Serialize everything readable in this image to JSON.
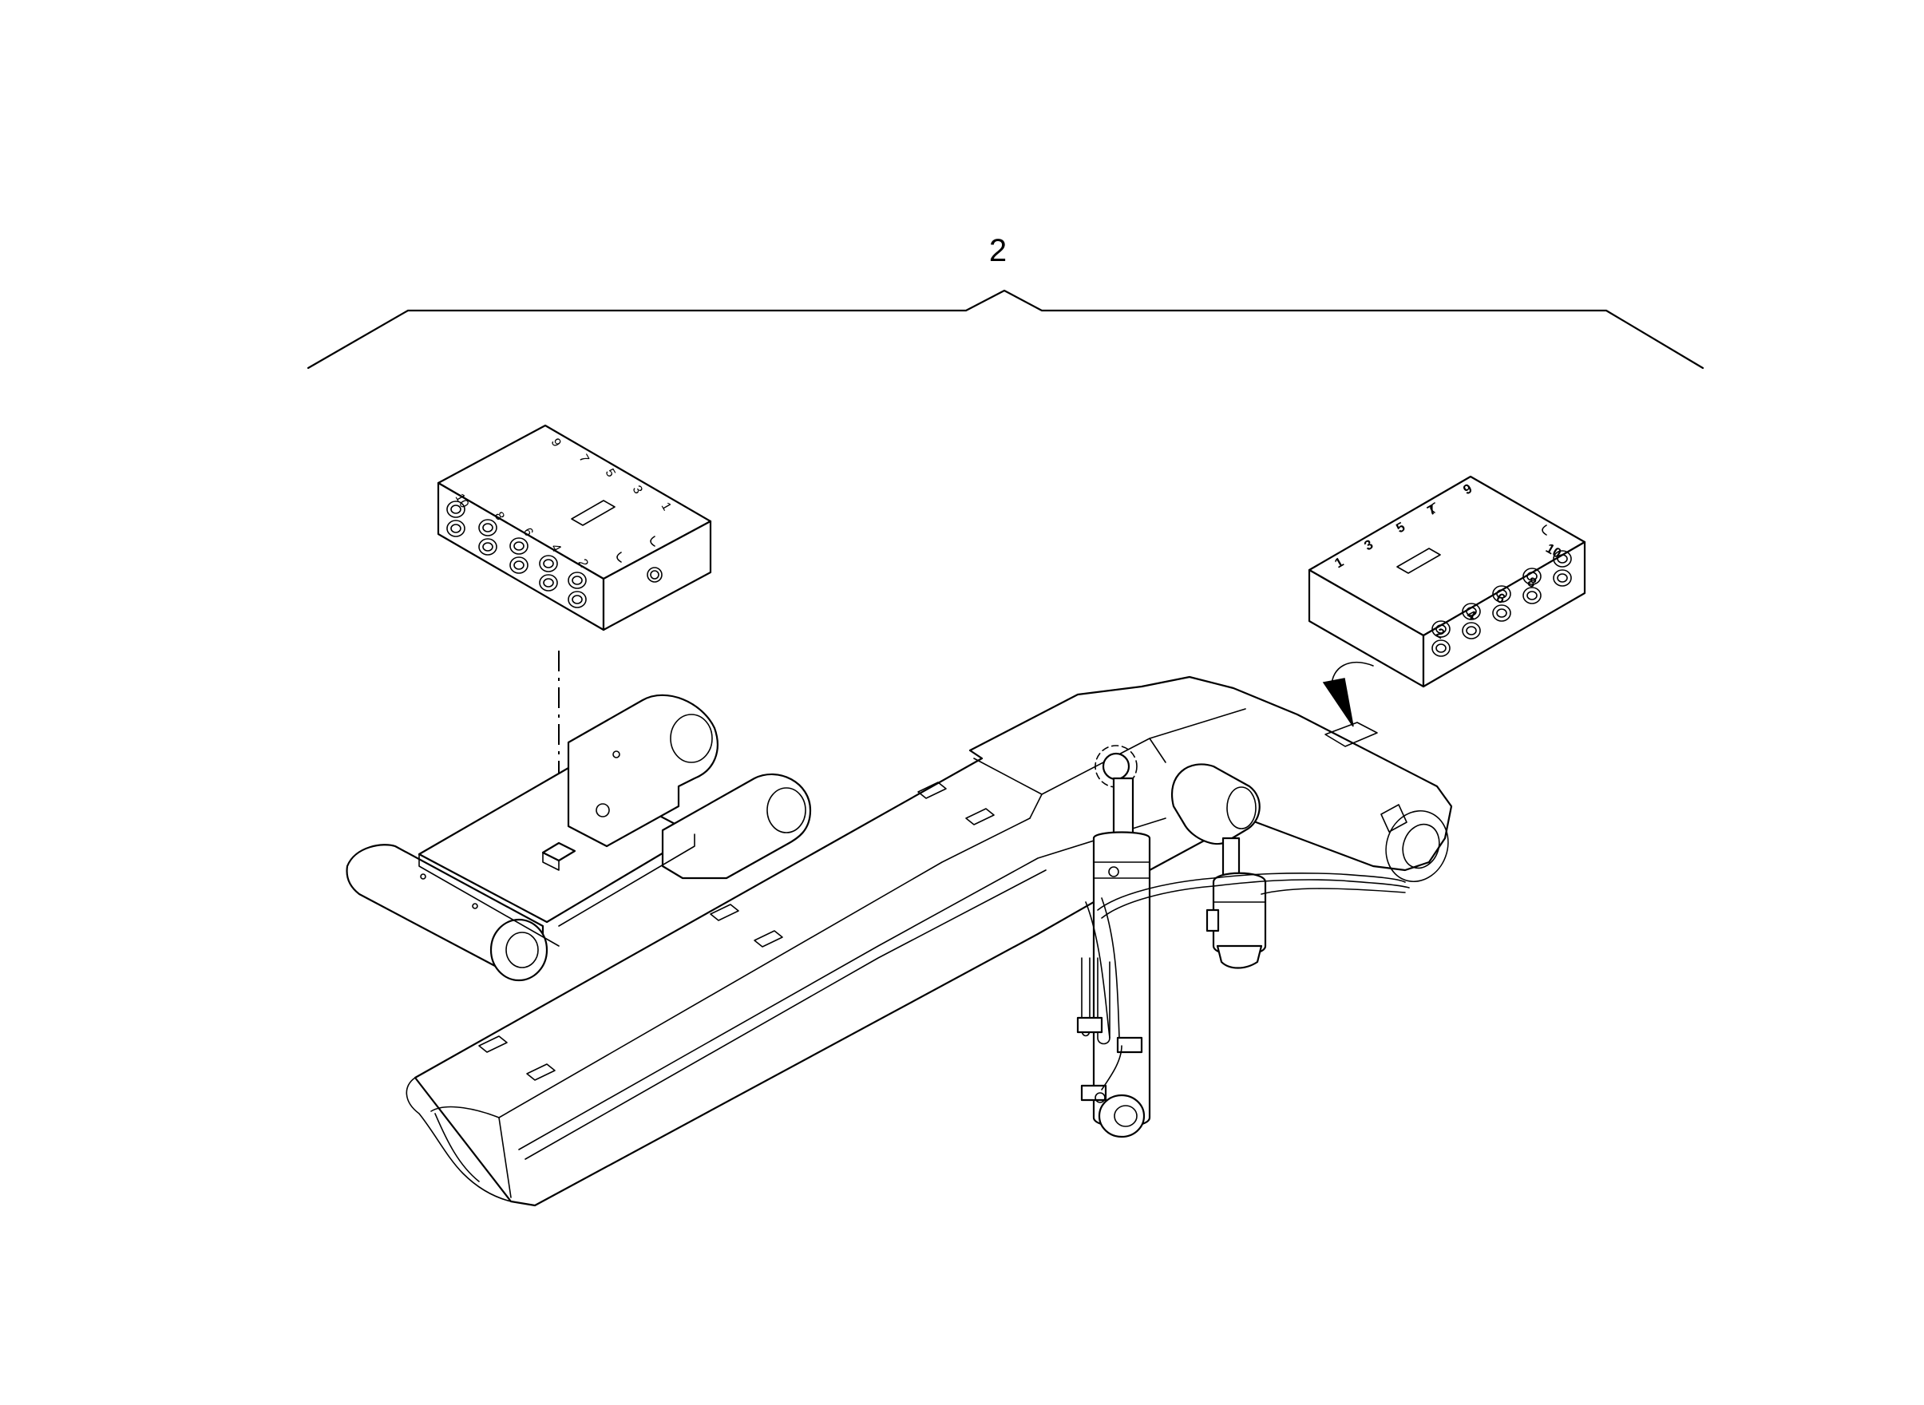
{
  "callout": {
    "label": "2"
  },
  "left_block_ports": [
    "10",
    "9",
    "8",
    "7",
    "6",
    "5",
    "4",
    "3",
    "2",
    "1"
  ],
  "right_block_ports": [
    "10",
    "9",
    "8",
    "7",
    "6",
    "5",
    "4",
    "3",
    "2",
    "1"
  ],
  "colors": {
    "line": "#000000",
    "background": "#ffffff"
  }
}
